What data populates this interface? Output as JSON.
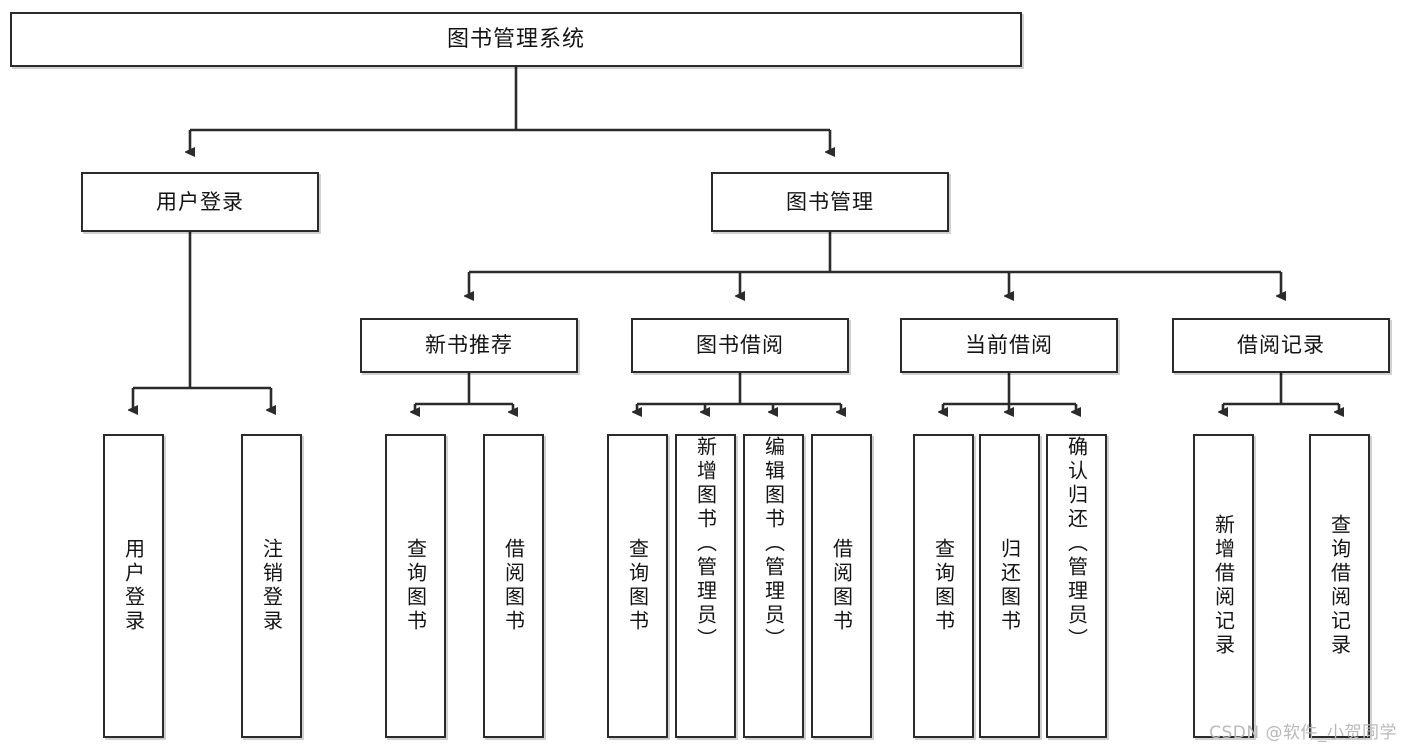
{
  "diagram": {
    "title": "图书管理系统",
    "watermark": "CSDN @软件_小贺同学",
    "line_color": "#2b2b2b",
    "box_border_color": "#2b2b2b",
    "box_fill_color": "#ffffff",
    "text_color": "#141414",
    "watermark_color": "#b9b9b9",
    "nodes": {
      "root": {
        "label": "图书管理系统"
      },
      "level2": [
        {
          "label": "用户登录"
        },
        {
          "label": "图书管理"
        }
      ],
      "level3": [
        {
          "label": "新书推荐"
        },
        {
          "label": "图书借阅"
        },
        {
          "label": "当前借阅"
        },
        {
          "label": "借阅记录"
        }
      ],
      "leaves": {
        "user_login": [
          {
            "label": "用户登录"
          },
          {
            "label": "注销登录"
          }
        ],
        "new_book": [
          {
            "label": "查询图书"
          },
          {
            "label": "借阅图书"
          }
        ],
        "borrow_book": [
          {
            "label": "查询图书"
          },
          {
            "label": "新增图书（管理员）"
          },
          {
            "label": "编辑图书（管理员）"
          },
          {
            "label": "借阅图书"
          }
        ],
        "current_borrow": [
          {
            "label": "查询图书"
          },
          {
            "label": "归还图书"
          },
          {
            "label": "确认归还（管理员）"
          }
        ],
        "borrow_record": [
          {
            "label": "新增借阅记录"
          },
          {
            "label": "查询借阅记录"
          }
        ]
      }
    }
  }
}
